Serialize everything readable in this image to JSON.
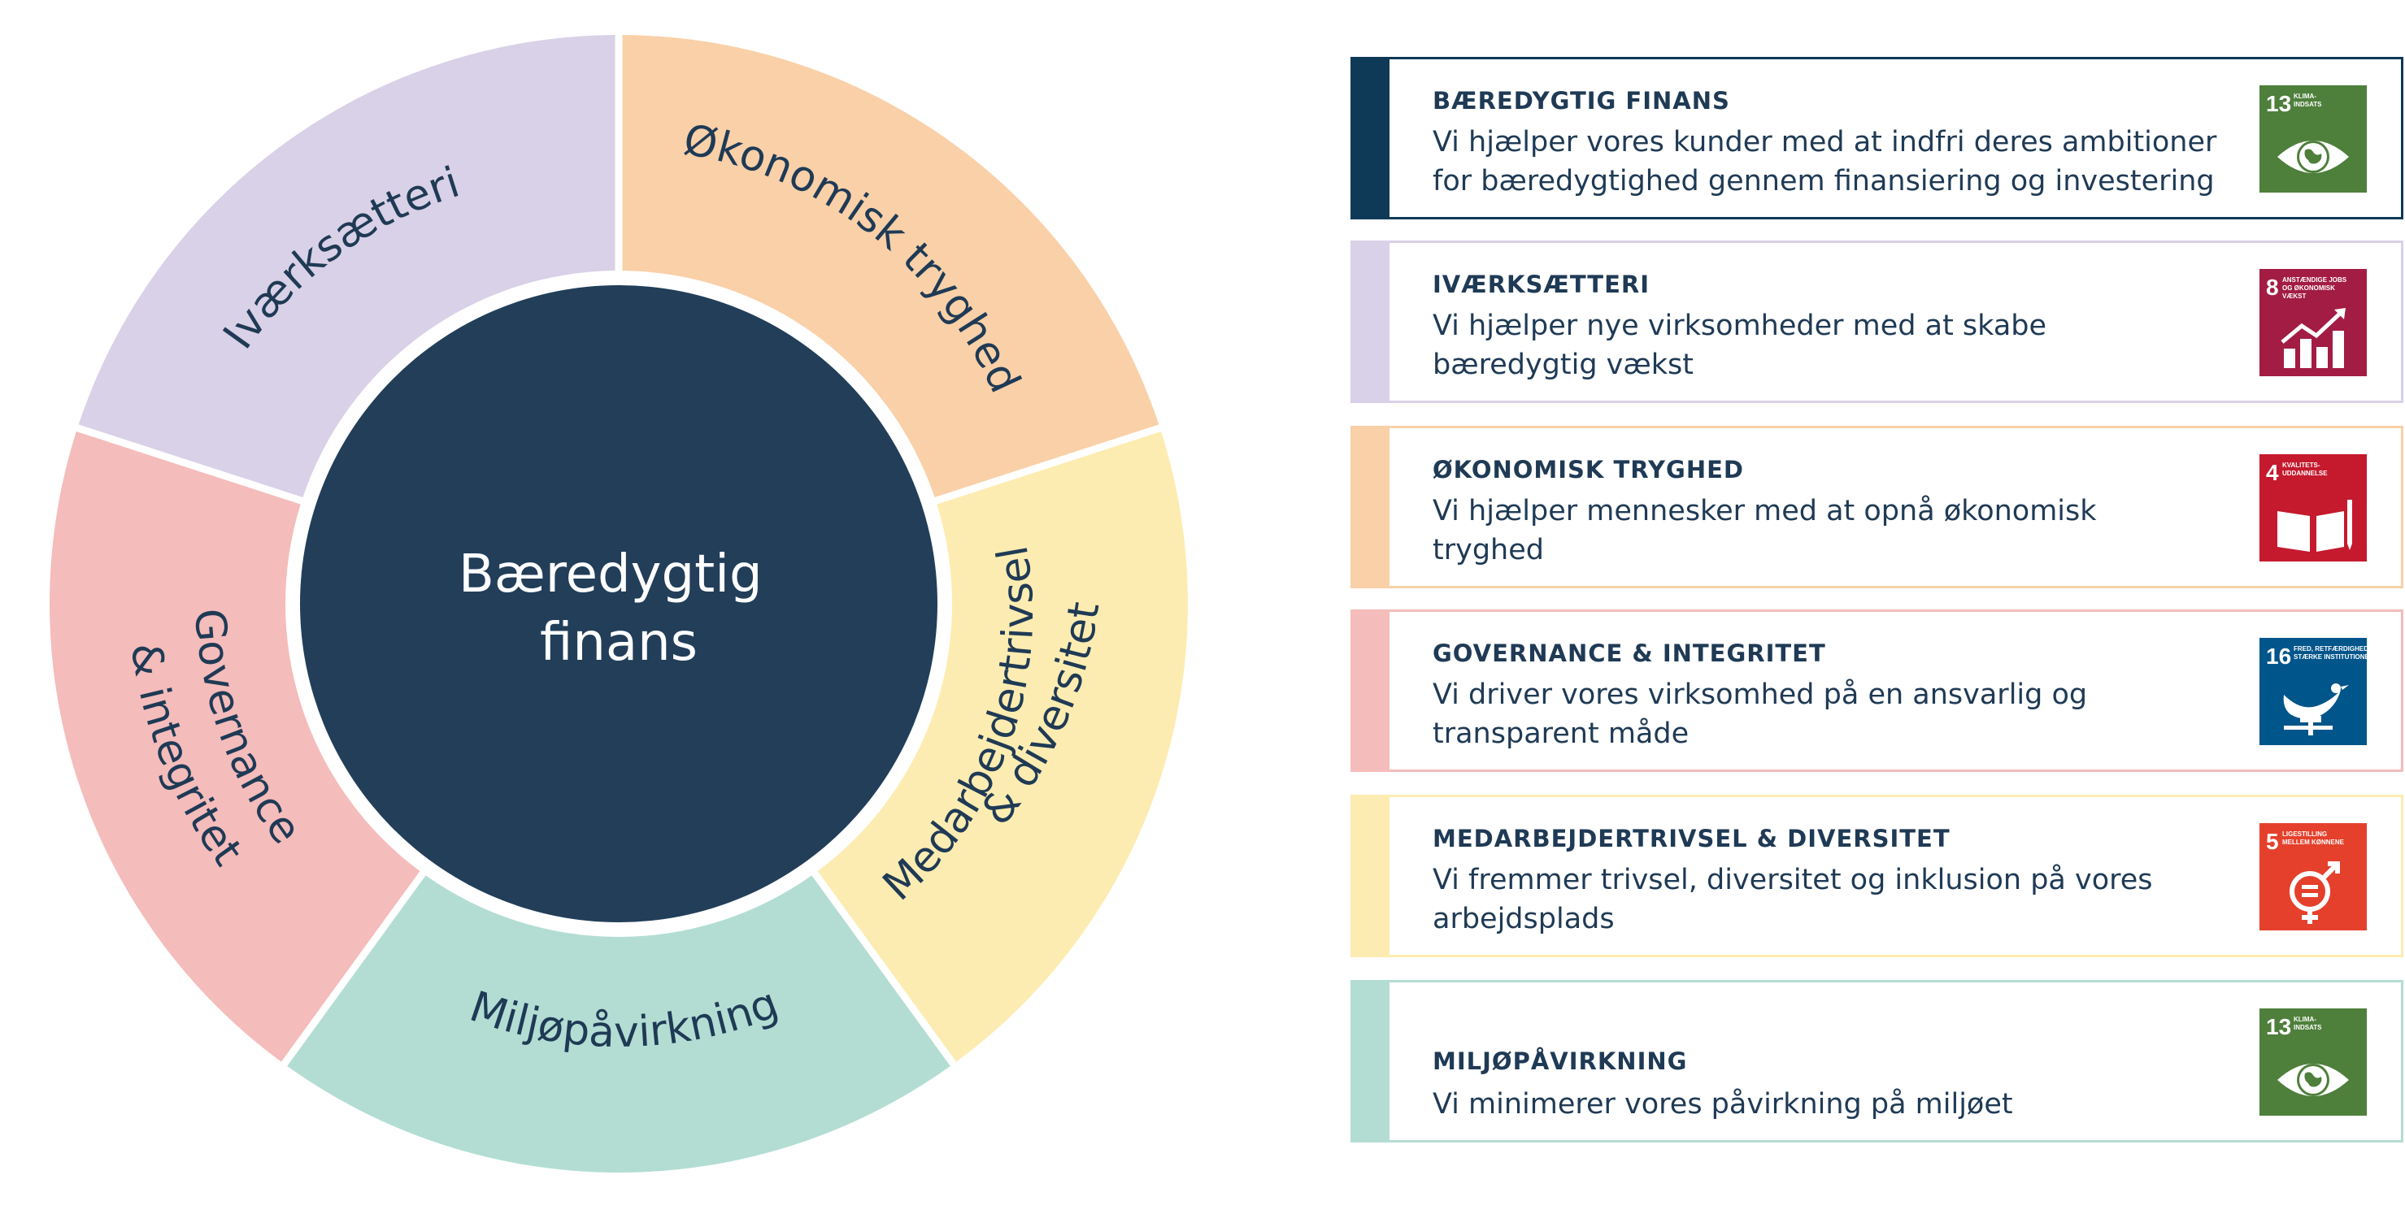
{
  "wheel": {
    "center_label_line1": "Bæredygtig",
    "center_label_line2": "finans",
    "segments": [
      {
        "key": "ivaerksaetteri",
        "label": "Iværksætteri",
        "color": "#d9d1e7"
      },
      {
        "key": "okonomisk",
        "label": "Økonomisk tryghed",
        "color": "#f9d0a8"
      },
      {
        "key": "medarbejder",
        "label_line1": "Medarbejdertrivsel",
        "label_line2": "& diversitet",
        "color": "#fdecb1"
      },
      {
        "key": "miljo",
        "label": "Miljøpåvirkning",
        "color": "#b3ddd3"
      },
      {
        "key": "governance",
        "label_line1": "Governance",
        "label_line2": "& integritet",
        "color": "#f4bcbb"
      }
    ],
    "center_color": "#223e59"
  },
  "cards": [
    {
      "title": "BÆREDYGTIG FINANS",
      "desc1": "Vi hjælper vores kunder med at indfri deres ambitioner",
      "desc2": "for bæredygtighed gennem finansiering og investering",
      "accent": "#0e3a58",
      "border": "#0e3a58",
      "sdg": {
        "number": "13",
        "text1": "KLIMA-",
        "text2": "INDSATS",
        "text3": "",
        "color": "#4e7f3b",
        "icon": "eye-earth-icon"
      }
    },
    {
      "title": "IVÆRKSÆTTERI",
      "desc1": "Vi hjælper nye virksomheder med at skabe",
      "desc2": "bæredygtig vækst",
      "accent": "#d9d1e7",
      "border": "#d9d1e7",
      "sdg": {
        "number": "8",
        "text1": "ANSTÆNDIGE JOBS",
        "text2": "OG ØKONOMISK",
        "text3": "VÆKST",
        "color": "#a21c44",
        "icon": "growth-chart-icon"
      }
    },
    {
      "title": "ØKONOMISK TRYGHED",
      "desc1": "Vi hjælper mennesker med at opnå økonomisk",
      "desc2": "tryghed",
      "accent": "#f9d0a8",
      "border": "#f9d0a8",
      "sdg": {
        "number": "4",
        "text1": "KVALITETS-",
        "text2": "UDDANNELSE",
        "text3": "",
        "color": "#c5192d",
        "icon": "book-icon"
      }
    },
    {
      "title": "GOVERNANCE & INTEGRITET",
      "desc1": "Vi driver vores virksomhed på en ansvarlig og",
      "desc2": "transparent måde",
      "accent": "#f4bcbb",
      "border": "#f4bcbb",
      "sdg": {
        "number": "16",
        "text1": "FRED, RETFÆRDIGHED OG",
        "text2": "STÆRKE INSTITUTIONER",
        "text3": "",
        "color": "#00558a",
        "icon": "dove-gavel-icon"
      }
    },
    {
      "title": "MEDARBEJDERTRIVSEL & DIVERSITET",
      "desc1": "Vi fremmer trivsel, diversitet og inklusion på vores",
      "desc2": "arbejdsplads",
      "accent": "#fdecb1",
      "border": "#fdecb1",
      "sdg": {
        "number": "5",
        "text1": "LIGESTILLING",
        "text2": "MELLEM KØNNENE",
        "text3": "",
        "color": "#e5402b",
        "icon": "gender-equality-icon"
      }
    },
    {
      "title": "MILJØPÅVIRKNING",
      "desc1": "Vi minimerer vores påvirkning på miljøet",
      "desc2": "",
      "accent": "#b3ddd3",
      "border": "#b3ddd3",
      "sdg": {
        "number": "13",
        "text1": "KLIMA-",
        "text2": "INDSATS",
        "text3": "",
        "color": "#4e7f3b",
        "icon": "eye-earth-icon"
      }
    }
  ]
}
